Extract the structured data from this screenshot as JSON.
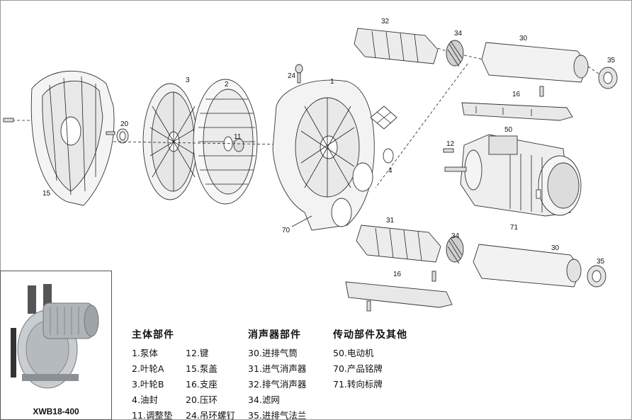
{
  "product_name": "XWB18-400",
  "part_numbers": [
    "32",
    "34",
    "30",
    "35",
    "16",
    "12",
    "50",
    "71",
    "4",
    "24",
    "1",
    "2",
    "3",
    "11",
    "20",
    "15",
    "70",
    "31",
    "34",
    "30",
    "35",
    "16"
  ],
  "legend": {
    "main_body": {
      "title": "主体部件",
      "items_a": [
        "1.泵体",
        "2.叶轮A",
        "3.叶轮B",
        "4.油封",
        "11.调整垫"
      ],
      "items_b": [
        "12.键",
        "15.泵盖",
        "16.支座",
        "20.压环",
        "24.吊环螺钉"
      ]
    },
    "muffler": {
      "title": "消声器部件",
      "items": [
        "30.进排气筒",
        "31.进气消声器",
        "32.排气消声器",
        "34.滤网",
        "35.进排气法兰"
      ]
    },
    "transmission": {
      "title": "传动部件及其他",
      "items": [
        "50.电动机",
        "70.产品铭牌",
        "71.转向标牌"
      ]
    }
  }
}
